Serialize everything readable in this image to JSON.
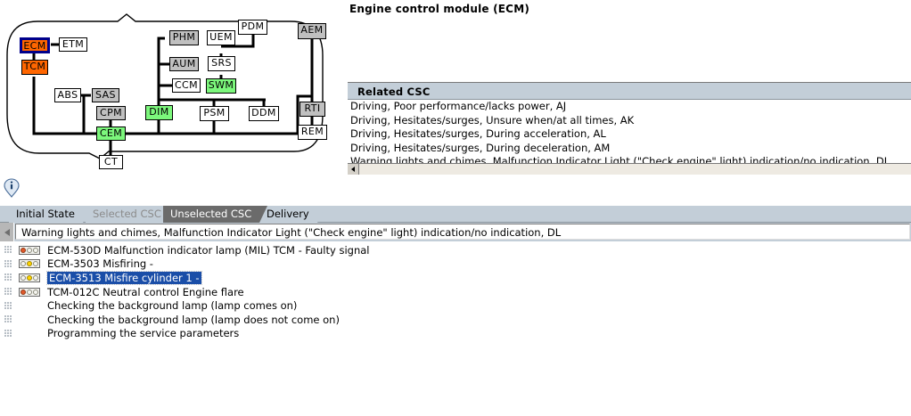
{
  "header": {
    "title": "Engine control module (ECM)"
  },
  "diagram": {
    "nodes": [
      {
        "id": "ECM",
        "label": "ECM",
        "style": "selected-orange"
      },
      {
        "id": "ETM",
        "label": "ETM",
        "style": "white"
      },
      {
        "id": "TCM",
        "label": "TCM",
        "style": "orange"
      },
      {
        "id": "ABS",
        "label": "ABS",
        "style": "white"
      },
      {
        "id": "SAS",
        "label": "SAS",
        "style": "gray"
      },
      {
        "id": "CPM",
        "label": "CPM",
        "style": "gray"
      },
      {
        "id": "CEM",
        "label": "CEM",
        "style": "green"
      },
      {
        "id": "CT",
        "label": "CT",
        "style": "white"
      },
      {
        "id": "PHM",
        "label": "PHM",
        "style": "gray"
      },
      {
        "id": "AUM",
        "label": "AUM",
        "style": "gray"
      },
      {
        "id": "CCM",
        "label": "CCM",
        "style": "white"
      },
      {
        "id": "DIM",
        "label": "DIM",
        "style": "green"
      },
      {
        "id": "UEM",
        "label": "UEM",
        "style": "white"
      },
      {
        "id": "SRS",
        "label": "SRS",
        "style": "white"
      },
      {
        "id": "SWM",
        "label": "SWM",
        "style": "green"
      },
      {
        "id": "PDM",
        "label": "PDM",
        "style": "white"
      },
      {
        "id": "PSM",
        "label": "PSM",
        "style": "white"
      },
      {
        "id": "DDM",
        "label": "DDM",
        "style": "white"
      },
      {
        "id": "AEM",
        "label": "AEM",
        "style": "gray"
      },
      {
        "id": "RTI",
        "label": "RTI",
        "style": "gray"
      },
      {
        "id": "REM",
        "label": "REM",
        "style": "white"
      }
    ],
    "colors": {
      "selected_border": "#00008b",
      "orange": "#ff6600",
      "green": "#7cf77c",
      "gray": "#c0c0c0",
      "white": "#ffffff"
    }
  },
  "related_csc": {
    "header": "Related CSC",
    "rows": [
      "Driving, Poor performance/lacks power, AJ",
      "Driving, Hesitates/surges, Unsure when/at all times, AK",
      "Driving, Hesitates/surges, During acceleration, AL",
      "Driving, Hesitates/surges, During deceleration, AM",
      "Warning lights and chimes, Malfunction Indicator Light (\"Check engine\" light) indication/no indication, DL"
    ]
  },
  "tabs": [
    {
      "label": "Initial State",
      "state": "normal"
    },
    {
      "label": "Selected CSC",
      "state": "disabled"
    },
    {
      "label": "Unselected CSC",
      "state": "active"
    },
    {
      "label": "Delivery",
      "state": "normal"
    }
  ],
  "path": {
    "value": "Warning lights and chimes, Malfunction Indicator Light (\"Check engine\" light) indication/no indication, DL"
  },
  "tree": [
    {
      "label": "ECM-530D Malfunction indicator lamp (MIL) TCM - Faulty signal",
      "leds": [
        "red",
        "off",
        "off"
      ],
      "selected": false,
      "indented": false
    },
    {
      "label": "ECM-3503 Misfiring -",
      "leds": [
        "off",
        "yellow",
        "off"
      ],
      "selected": false,
      "indented": false
    },
    {
      "label": "ECM-3513 Misfire cylinder 1 -",
      "leds": [
        "off",
        "yellow",
        "off"
      ],
      "selected": true,
      "indented": false
    },
    {
      "label": "TCM-012C Neutral control Engine flare",
      "leds": [
        "red",
        "off",
        "off"
      ],
      "selected": false,
      "indented": false
    },
    {
      "label": "Checking the background lamp (lamp comes on)",
      "leds": [],
      "selected": false,
      "indented": true
    },
    {
      "label": "Checking the background lamp (lamp does not come on)",
      "leds": [],
      "selected": false,
      "indented": true
    },
    {
      "label": "Programming the service parameters",
      "leds": [],
      "selected": false,
      "indented": true
    }
  ]
}
